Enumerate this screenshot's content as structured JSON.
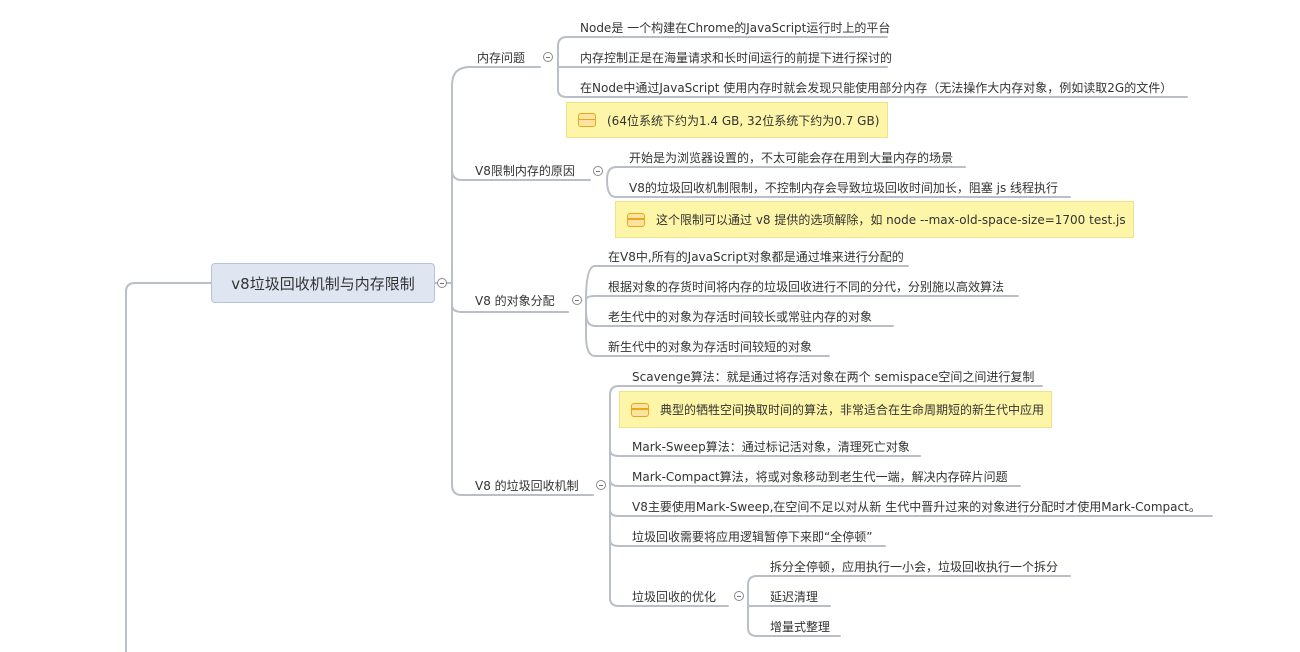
{
  "colors": {
    "line": "#b9bec7",
    "root_fill": "#dfe6f1",
    "note_fill": "#fdf6a8",
    "note_icon": "#e8a71c"
  },
  "root": {
    "label": "v8垃圾回收机制与内存限制"
  },
  "branches": {
    "memory_issue": {
      "label": "内存问题",
      "items": [
        "Node是 一个构建在Chrome的JavaScript运行时上的平台",
        "内存控制正是在海量请求和长时间运行的前提下进行探讨的",
        "在Node中通过JavaScript 使用内存时就会发现只能使用部分内存（无法操作大内存对象，例如读取2G的文件）"
      ],
      "note": "(64位系统下约为1.4 GB, 32位系统下约为0.7 GB)"
    },
    "v8_limit_reason": {
      "label": "V8限制内存的原因",
      "items": [
        "开始是为浏览器设置的，不太可能会存在用到大量内存的场景",
        "V8的垃圾回收机制限制，不控制内存会导致垃圾回收时间加长，阻塞 js 线程执行"
      ],
      "note": "这个限制可以通过 v8 提供的选项解除，如 node --max-old-space-size=1700 test.js"
    },
    "v8_object_alloc": {
      "label": "V8 的对象分配",
      "items": [
        "在V8中,所有的JavaScript对象都是通过堆来进行分配的",
        "根据对象的存货时间将内存的垃圾回收进行不同的分代，分别施以高效算法",
        "老生代中的对象为存活时间较长或常驻内存的对象",
        "新生代中的对象为存活时间较短的对象"
      ]
    },
    "v8_gc": {
      "label": "V8 的垃圾回收机制",
      "items": [
        "Scavenge算法：就是通过将存活对象在两个 semispace空间之间进行复制",
        "Mark-Sweep算法：通过标记活对象，清理死亡对象",
        "Mark-Compact算法，将或对象移动到老生代一端，解决内存碎片问题",
        "V8主要使用Mark-Sweep,在空间不足以对从新 生代中晋升过来的对象进行分配时才使用Mark-Compact。",
        "垃圾回收需要将应用逻辑暂停下来即“全停顿”"
      ],
      "note": "典型的牺牲空间换取时间的算法，非常适合在生命周期短的新生代中应用",
      "optimization": {
        "label": "垃圾回收的优化",
        "items": [
          "拆分全停顿，应用执行一小会，垃圾回收执行一个拆分",
          "延迟清理",
          "增量式整理"
        ]
      }
    }
  }
}
